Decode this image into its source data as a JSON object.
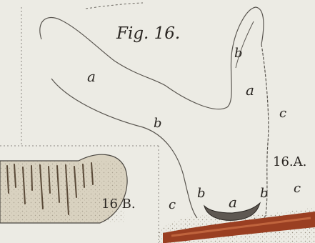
{
  "figure": {
    "title": "Fig. 16.",
    "panel_labels": {
      "a": "16.A.",
      "b": "16 B."
    },
    "letters": {
      "a": "a",
      "b": "b",
      "c": "c"
    }
  },
  "colors": {
    "paper": "#ecebe4",
    "outline": "#5a5650",
    "bar_dark": "#9a3f22",
    "bar_light": "#c96e45",
    "sample_fill": "#d9d2c0",
    "streak": "#6a5a48",
    "ink": "#2a2622"
  }
}
